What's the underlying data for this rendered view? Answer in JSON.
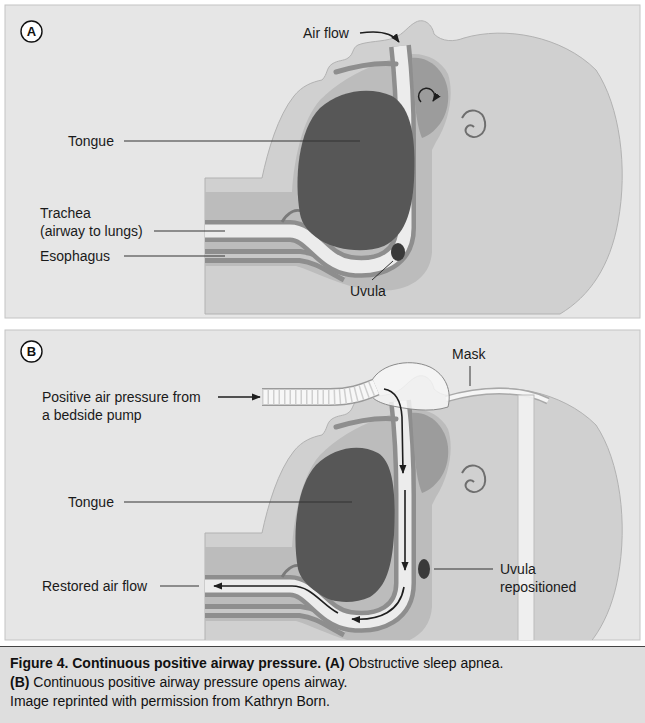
{
  "diagram": {
    "caption": "Figure 4. Continuous positive airway pressure. (A) Obstructive sleep apnea. (B) Continuous positive airway pressure opens airway. Image reprinted with permission from Kathryn Born.",
    "nodes": [
      {
        "text": [
          "A"
        ]
      },
      {
        "text": [
          "B"
        ]
      }
    ],
    "labels": [
      "Air flow",
      "Tongue",
      "Trachea (airway to lungs)",
      "Esophagus",
      "Uvula",
      "Positive air pressure from a bedside pump",
      "Mask",
      "Tongue",
      "Restored air flow",
      "Uvula repositioned"
    ]
  }
}
